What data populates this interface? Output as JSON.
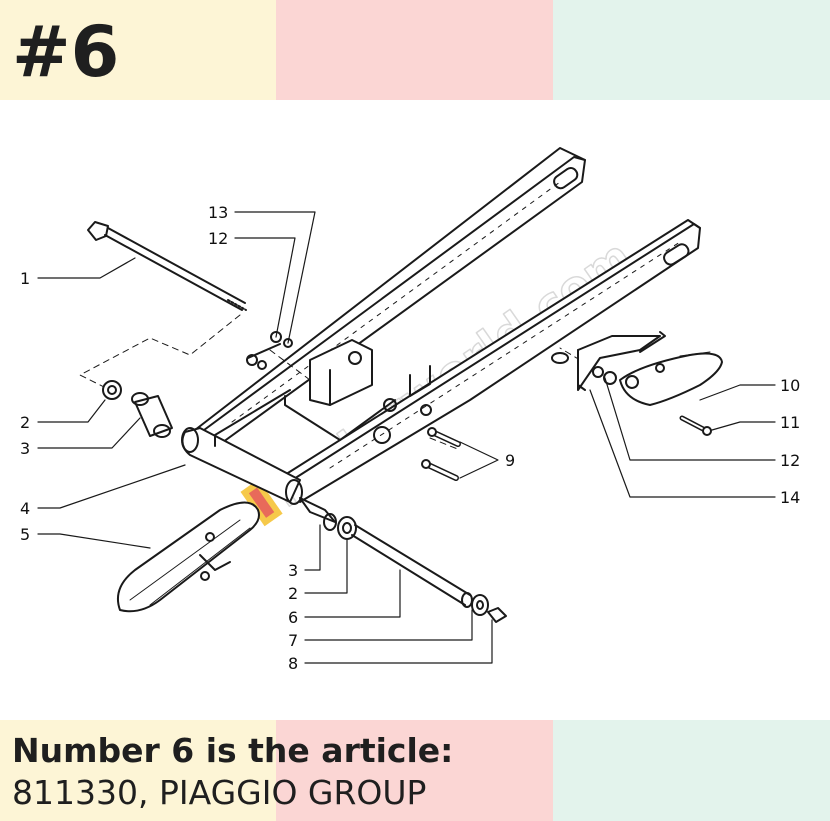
{
  "badge": "#6",
  "caption": {
    "title": "Number 6 is the article:",
    "subtitle": "811330, PIAGGIO GROUP"
  },
  "diagram": {
    "callouts": [
      "1",
      "2",
      "3",
      "4",
      "5",
      "13",
      "12",
      "3",
      "2",
      "6",
      "7",
      "8",
      "9",
      "10",
      "11",
      "12",
      "14"
    ],
    "watermark": "motorworld.com"
  }
}
